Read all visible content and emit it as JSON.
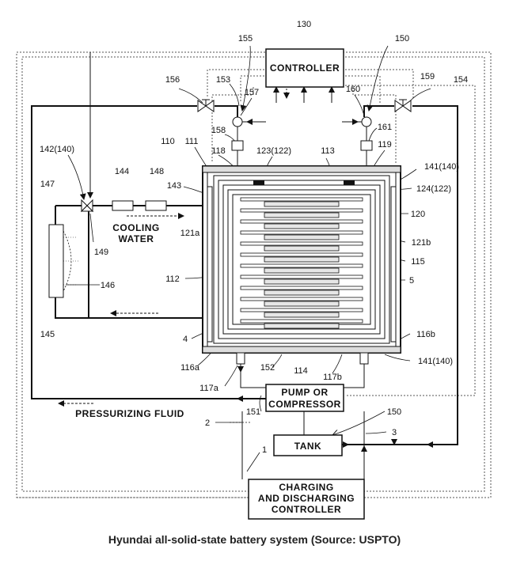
{
  "blocks": {
    "controller": "CONTROLLER",
    "pump_line1": "PUMP OR",
    "pump_line2": "COMPRESSOR",
    "tank": "TANK",
    "charging_line1": "CHARGING",
    "charging_line2": "AND DISCHARGING",
    "charging_line3": "CONTROLLER"
  },
  "annotations": {
    "cooling_line1": "COOLING",
    "cooling_line2": "WATER",
    "pressurizing_fluid": "PRESSURIZING FLUID"
  },
  "ref_labels": {
    "r130": "130",
    "r155": "155",
    "r150_top": "150",
    "r156": "156",
    "r153": "153",
    "r157": "157",
    "r160": "160",
    "r159": "159",
    "r154": "154",
    "r158": "158",
    "r161": "161",
    "r110": "110",
    "r111": "111",
    "r118": "118",
    "r123": "123(122)",
    "r113": "113",
    "r119": "119",
    "r141_top": "141(140)",
    "r142": "142(140)",
    "r147": "147",
    "r144": "144",
    "r148": "148",
    "r143": "143",
    "r124": "124(122)",
    "r120": "120",
    "r121a": "121a",
    "r121b": "121b",
    "r115": "115",
    "r149": "149",
    "r146": "146",
    "r112": "112",
    "r5": "5",
    "r145": "145",
    "r4": "4",
    "r116b": "116b",
    "r116a": "116a",
    "r141_bot": "141(140)",
    "r152": "152",
    "r114": "114",
    "r117b": "117b",
    "r117a": "117a",
    "r2": "2",
    "r151": "151",
    "r150_bot": "150",
    "r3": "3",
    "r1": "1"
  },
  "caption": "Hyundai all-solid-state battery system (Source: USPTO)"
}
